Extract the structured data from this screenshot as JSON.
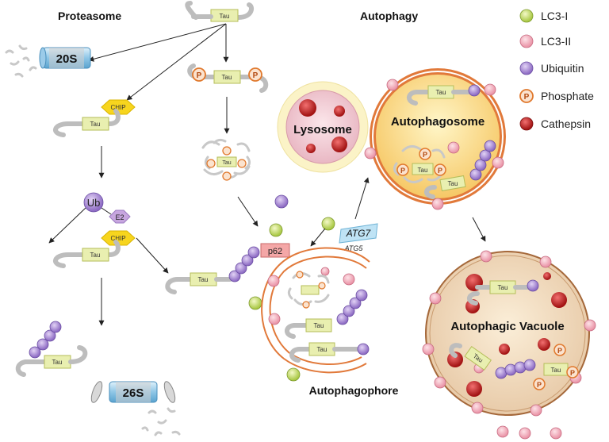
{
  "titles": {
    "proteasome": "Proteasome",
    "autophagy": "Autophagy"
  },
  "legend": [
    {
      "label": "LC3-I",
      "color": "#c6dd6a",
      "icon": "lc3-i-dot"
    },
    {
      "label": "LC3-II",
      "color": "#f2a9b8",
      "icon": "lc3-ii-dot"
    },
    {
      "label": "Ubiquitin",
      "color": "#a98fd3",
      "icon": "ubiquitin-dot"
    },
    {
      "label": "Phosphate",
      "color": "#f08a3c",
      "icon": "phosphate-dot"
    },
    {
      "label": "Cathepsin",
      "color": "#c22b2b",
      "icon": "cathepsin-dot"
    }
  ],
  "labels": {
    "tau": "Tau",
    "chip": "CHIP",
    "ub": "Ub",
    "e2": "E2",
    "p": "P",
    "s20": "20S",
    "s26": "26S",
    "p62": "p62",
    "atg7": "ATG7",
    "atg5": "ATG5",
    "lysosome": "Lysosome",
    "autophagosome": "Autophagosome",
    "autophagic_vacuole": "Autophagic Vacuole",
    "autophagophore": "Autophagophore"
  },
  "colors": {
    "tau_fill": "#e9efb0",
    "chip": "#f7d51e",
    "e2": "#c7a6df",
    "p62": "#f4a7a7",
    "atg7": "#bfe3f5",
    "membrane": "#e1793a",
    "proteasome": "#a9d6ef",
    "arrow": "#222222"
  }
}
